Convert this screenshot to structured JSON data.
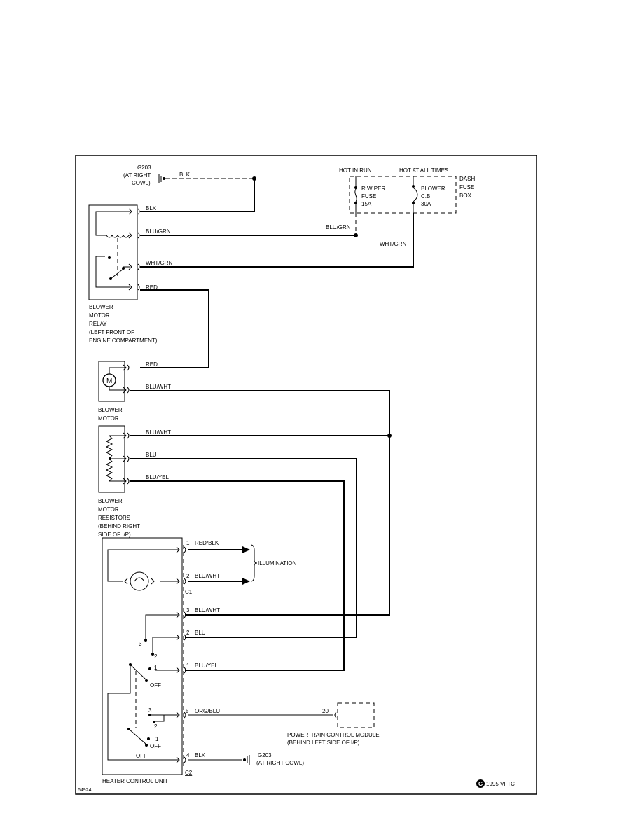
{
  "grounds": {
    "top": {
      "id": "G203",
      "loc1": "(AT RIGHT",
      "loc2": "COWL)"
    },
    "bottom": {
      "id": "G203",
      "loc": "(AT RIGHT COWL)"
    }
  },
  "fuse_box": {
    "hot_in_run": "HOT IN RUN",
    "hot_at_all_times": "HOT AT ALL TIMES",
    "label": [
      "DASH",
      "FUSE",
      "BOX"
    ],
    "wiper_fuse": [
      "R WIPER",
      "FUSE",
      "15A"
    ],
    "blower_cb": [
      "BLOWER",
      "C.B.",
      "30A"
    ]
  },
  "wires": {
    "blk_ground": "BLK",
    "relay_blk": "BLK",
    "relay_blu_grn": "BLU/GRN",
    "fuse_blu_grn": "BLU/GRN",
    "fuse_wht_grn": "WHT/GRN",
    "relay_wht_grn": "WHT/GRN",
    "relay_red": "RED",
    "motor_red": "RED",
    "motor_blu_wht": "BLU/WHT",
    "res_blu_wht": "BLU/WHT",
    "res_blu": "BLU",
    "res_blu_yel": "BLU/YEL",
    "c1_pin1": "RED/BLK",
    "c1_pin2": "BLU/WHT",
    "c2_pin3": "BLU/WHT",
    "c2_pin2": "BLU",
    "c2_pin1": "BLU/YEL",
    "c2_pin5": "ORG/BLU",
    "c2_pin4": "BLK"
  },
  "pins": {
    "c1_1": "1",
    "c1_2": "2",
    "c2_3": "3",
    "c2_2": "2",
    "c2_1": "1",
    "c2_5": "5",
    "c2_4": "4",
    "pcm_20": "20",
    "sw_3": "3",
    "sw_2": "2",
    "sw_1": "1",
    "sw2_3": "3",
    "sw2_2": "2",
    "sw2_1": "1"
  },
  "connectors": {
    "c1": "C1",
    "c2": "C2"
  },
  "components": {
    "relay": [
      "BLOWER",
      "MOTOR",
      "RELAY",
      "(LEFT FRONT OF",
      "ENGINE COMPARTMENT)"
    ],
    "motor": [
      "BLOWER",
      "MOTOR"
    ],
    "motor_symbol": "M",
    "resistors": [
      "BLOWER",
      "MOTOR",
      "RESISTORS",
      "(BEHIND RIGHT",
      "SIDE OF I/P)"
    ],
    "illumination": "ILLUMINATION",
    "pcm": [
      "POWERTRAIN CONTROL MODULE",
      "(BEHIND LEFT SIDE OF I/P)"
    ],
    "heater_control_unit": "HEATER CONTROL UNIT",
    "off_upper": "OFF",
    "off_lower": "OFF",
    "off_bottom": "OFF"
  },
  "footer": {
    "code": "64924",
    "copyright_symbol": "G",
    "copyright": "1995 VFTC"
  }
}
